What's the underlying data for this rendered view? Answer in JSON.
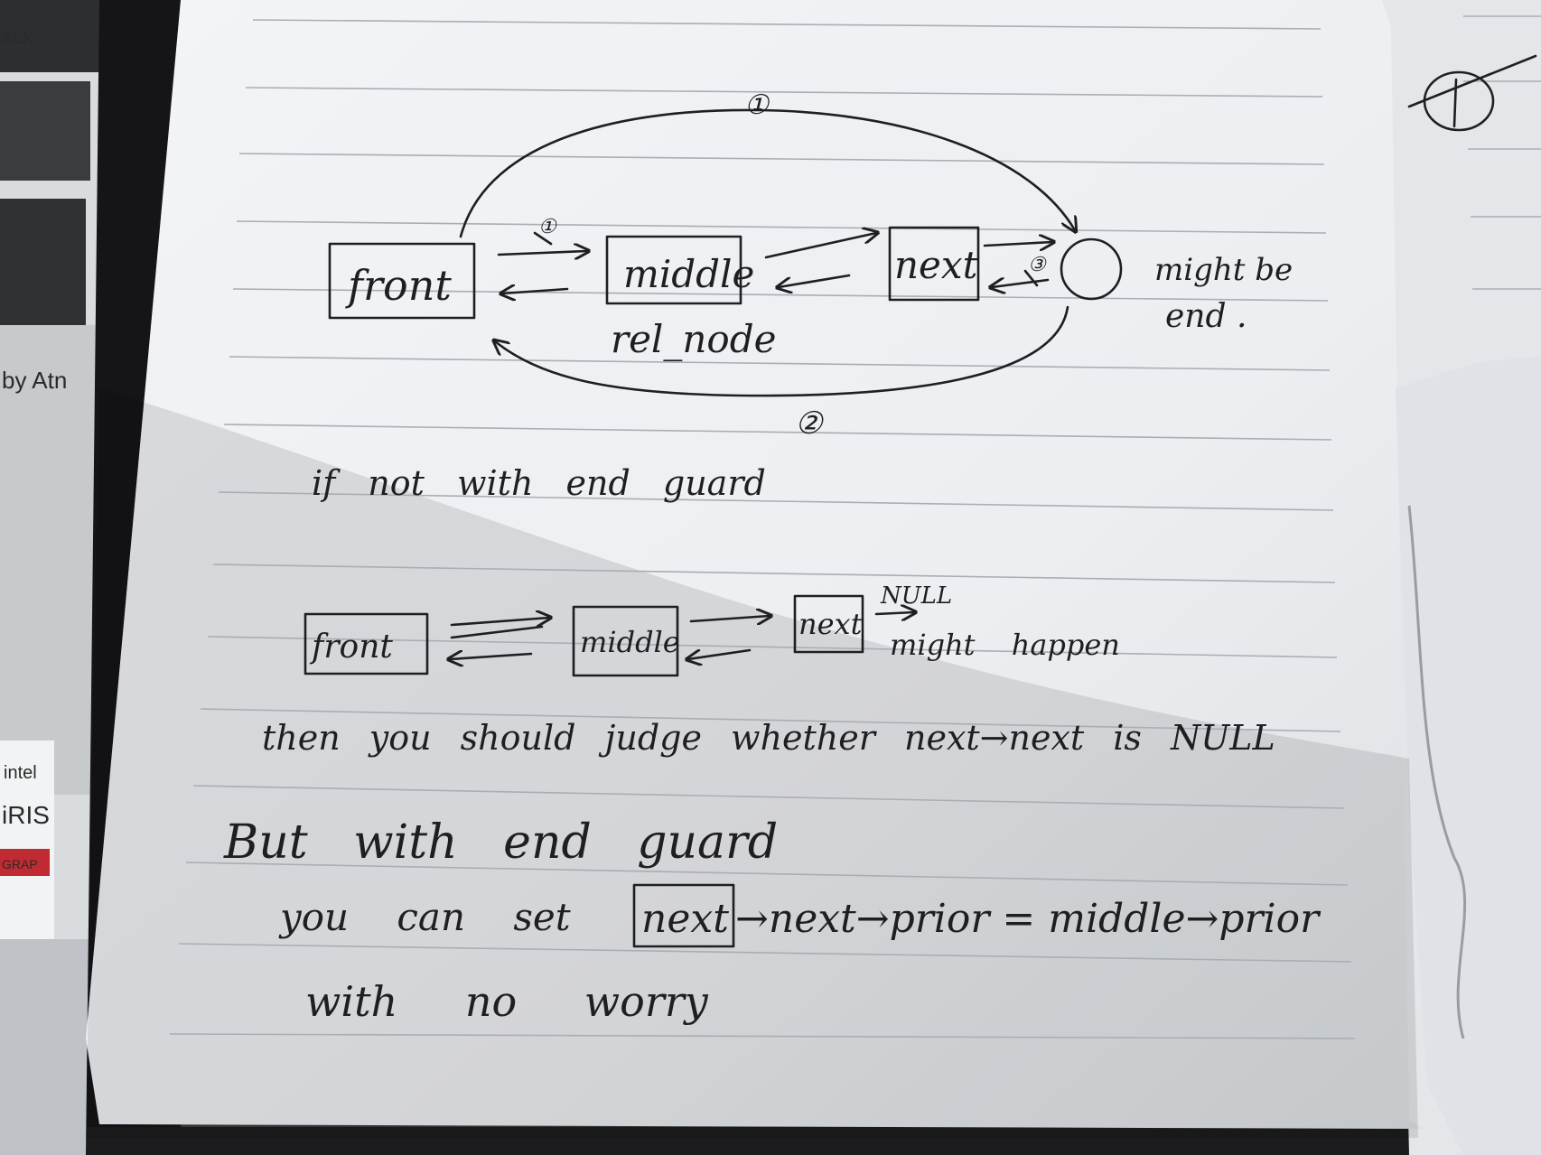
{
  "laptop_edge": {
    "lines": [
      "sLk",
      "by Atn"
    ],
    "sticker_lines": [
      "intel",
      "iRIS",
      "GRAP"
    ]
  },
  "diagram_top": {
    "nodes": [
      "front",
      "middle",
      "next"
    ],
    "middle_caption": "rel_node",
    "step_markers": [
      "①",
      "②",
      "③",
      "①"
    ],
    "end_note": [
      "might be",
      "end ."
    ]
  },
  "section_without_guard": {
    "heading": "if not with end guard",
    "nodes": [
      "front",
      "middle",
      "next"
    ],
    "null_label": "NULL",
    "might_happen": "might happen",
    "consequence": "then you should judge whether next→next is NULL"
  },
  "section_with_guard": {
    "heading": "But with end guard",
    "line_prefix": "you can set",
    "boxed_term": "next",
    "statement": "→next→prior = middle→prior",
    "closing": "with no worry"
  },
  "colors": {
    "paper": "#f1f2f4",
    "ink": "#1f1f22",
    "rule": "#a9adb5",
    "laptop": "#3a3b3d"
  }
}
